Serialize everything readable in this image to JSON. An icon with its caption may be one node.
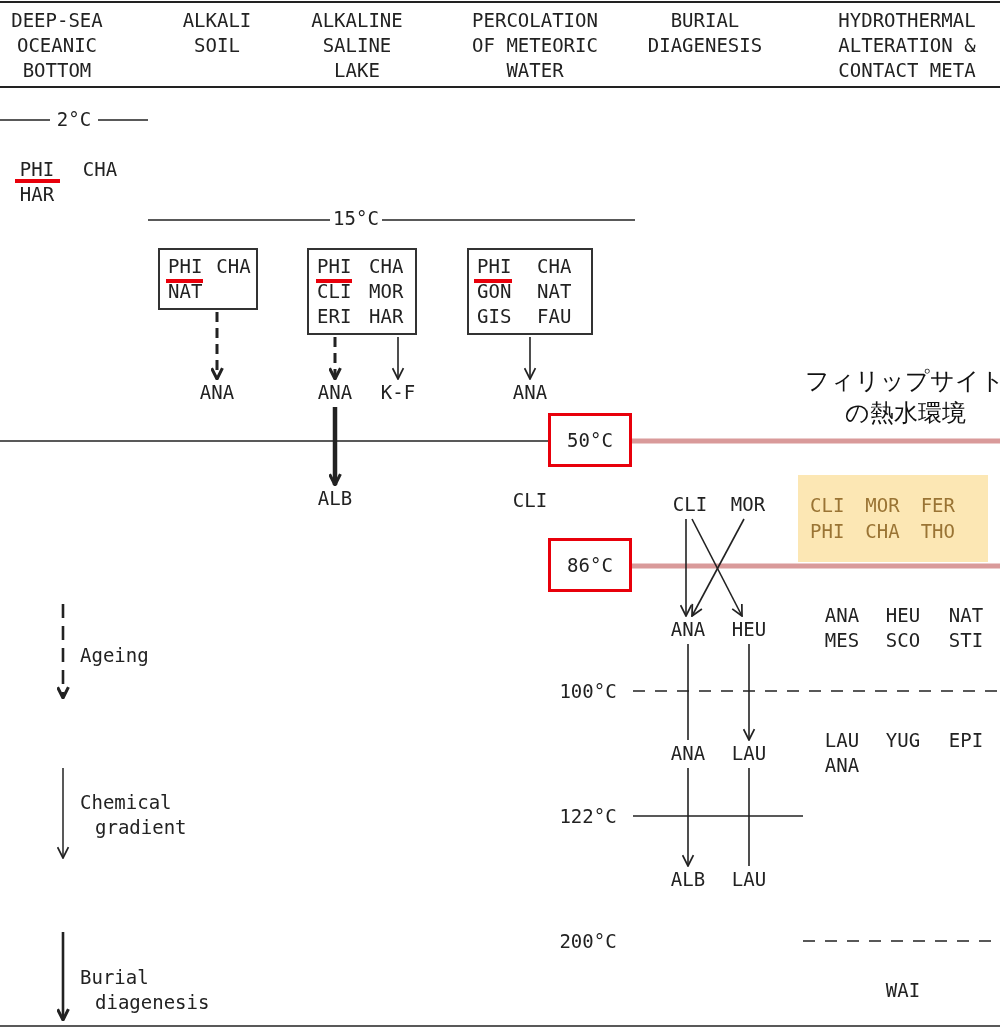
{
  "diagram": {
    "nodes": [
      {
        "text": [
          "PHI",
          "CHA",
          "NAT"
        ]
      },
      {
        "text": [
          "PHI",
          "CHA",
          "CLI",
          "MOR",
          "ERI",
          "HAR"
        ]
      },
      {
        "text": [
          "PHI",
          "CHA",
          "GON",
          "NAT",
          "GIS",
          "FAU"
        ]
      },
      {
        "text": [
          "ANA"
        ]
      },
      {
        "text": [
          "ANA"
        ]
      },
      {
        "text": [
          "K-F"
        ]
      },
      {
        "text": [
          "ANA"
        ]
      },
      {
        "text": [
          "ALB"
        ]
      },
      {
        "text": [
          "CLI"
        ]
      },
      {
        "text": [
          "MOR"
        ]
      },
      {
        "text": [
          "ANA"
        ]
      },
      {
        "text": [
          "HEU"
        ]
      },
      {
        "text": [
          "ANA"
        ]
      },
      {
        "text": [
          "LAU"
        ]
      },
      {
        "text": [
          "ALB"
        ]
      },
      {
        "text": [
          "LAU"
        ]
      },
      {
        "text": [
          "CLI",
          "MOR",
          "FER",
          "PHI",
          "CHA",
          "THO"
        ],
        "beside": [
          "フィリップサイトの熱水環境"
        ]
      },
      {
        "text": [
          "50°C"
        ]
      },
      {
        "text": [
          "86°C"
        ]
      }
    ],
    "edges": [
      {
        "from": 0,
        "to": 3,
        "arrow": "to",
        "style": "dashed"
      },
      {
        "from": 1,
        "to": 4,
        "arrow": "to",
        "style": "dashed"
      },
      {
        "from": 1,
        "to": 5,
        "arrow": "to"
      },
      {
        "from": 2,
        "to": 6,
        "arrow": "to"
      },
      {
        "from": 4,
        "to": 7,
        "arrow": "to",
        "style": "thick"
      },
      {
        "from": 8,
        "to": 10,
        "arrow": "to"
      },
      {
        "from": 8,
        "to": 11,
        "arrow": "to"
      },
      {
        "from": 9,
        "to": 10,
        "arrow": "to"
      },
      {
        "from": 10,
        "to": 12,
        "arrow": "none"
      },
      {
        "from": 11,
        "to": 13,
        "arrow": "to"
      },
      {
        "from": 12,
        "to": 14,
        "arrow": "to"
      },
      {
        "from": 13,
        "to": 15,
        "arrow": "none"
      }
    ],
    "labels": [
      "DEEP-SEA OCEANIC BOTTOM",
      "ALKALI SOIL",
      "ALKALINE SALINE LAKE",
      "PERCOLATION OF METEORIC WATER",
      "BURIAL DIAGENESIS",
      "HYDROTHERMAL ALTERATION & CONTACT META",
      "2°C",
      "PHI",
      "CHA",
      "HAR",
      "15°C",
      "CLI",
      "ANA",
      "HEU",
      "NAT",
      "MES",
      "SCO",
      "STI",
      "Ageing",
      "100°C",
      "LAU",
      "YUG",
      "EPI",
      "ANA",
      "Chemical gradient",
      "122°C",
      "200°C",
      "Burial diagenesis",
      "WAI"
    ]
  }
}
